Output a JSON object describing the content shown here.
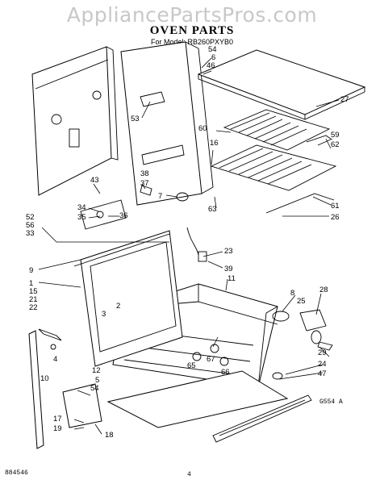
{
  "watermark": "AppliancePartsPros.com",
  "title": "OVEN PARTS",
  "model_line": "For Model: RB260PXYB0",
  "footer_left": "884546",
  "footer_center": "4",
  "diagram_code": "G554 A",
  "callouts": {
    "c54a": "54",
    "c6": "6",
    "c46": "46",
    "c27": "27",
    "c53": "53",
    "c60": "60",
    "c16": "16",
    "c59": "59",
    "c62": "62",
    "c38": "38",
    "c37": "37",
    "c43": "43",
    "c7": "7",
    "c63": "63",
    "c61": "61",
    "c26": "26",
    "c34": "34",
    "c35": "35",
    "c36": "36",
    "c52": "52",
    "c56": "56",
    "c33": "33",
    "c23": "23",
    "c39": "39",
    "c9": "9",
    "c11": "11",
    "c1": "1",
    "c15": "15",
    "c21": "21",
    "c22": "22",
    "c3": "3",
    "c2": "2",
    "c8": "8",
    "c25": "25",
    "c28": "28",
    "c12": "12",
    "c4": "4",
    "c5": "5",
    "c10": "10",
    "c54b": "54",
    "c65": "65",
    "c67": "67",
    "c66": "66",
    "c29": "29",
    "c24": "24",
    "c47": "47",
    "c17": "17",
    "c19": "19",
    "c18": "18"
  }
}
